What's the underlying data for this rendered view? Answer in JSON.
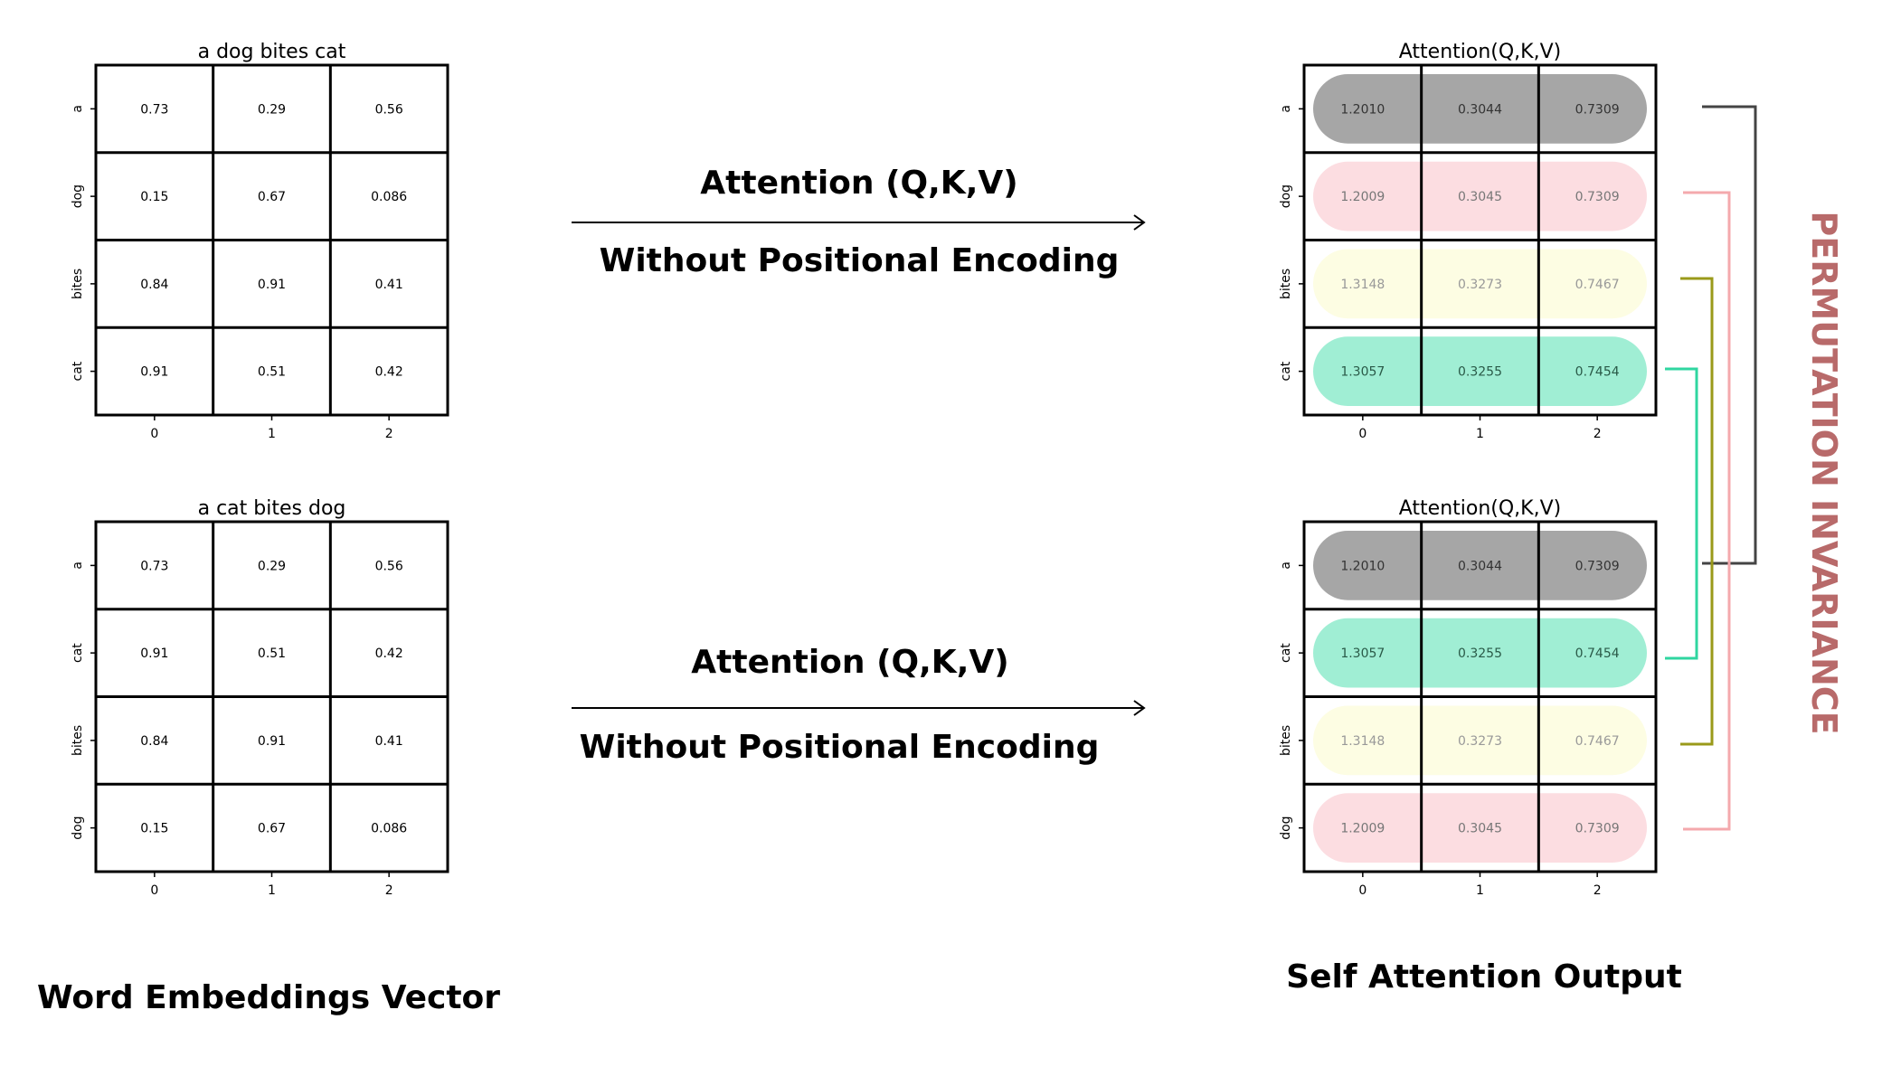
{
  "matrices": {
    "emb1": {
      "title": "a dog bites cat",
      "rows": [
        "a",
        "dog",
        "bites",
        "cat"
      ],
      "cols": [
        "0",
        "1",
        "2"
      ],
      "values": [
        [
          "0.73",
          "0.29",
          "0.56"
        ],
        [
          "0.15",
          "0.67",
          "0.086"
        ],
        [
          "0.84",
          "0.91",
          "0.41"
        ],
        [
          "0.91",
          "0.51",
          "0.42"
        ]
      ]
    },
    "emb2": {
      "title": "a cat bites dog",
      "rows": [
        "a",
        "cat",
        "bites",
        "dog"
      ],
      "cols": [
        "0",
        "1",
        "2"
      ],
      "values": [
        [
          "0.73",
          "0.29",
          "0.56"
        ],
        [
          "0.91",
          "0.51",
          "0.42"
        ],
        [
          "0.84",
          "0.91",
          "0.41"
        ],
        [
          "0.15",
          "0.67",
          "0.086"
        ]
      ]
    },
    "att1": {
      "title": "Attention(Q,K,V)",
      "rows": [
        "a",
        "dog",
        "bites",
        "cat"
      ],
      "cols": [
        "0",
        "1",
        "2"
      ],
      "values": [
        [
          "1.2010",
          "0.3044",
          "0.7309"
        ],
        [
          "1.2009",
          "0.3045",
          "0.7309"
        ],
        [
          "1.3148",
          "0.3273",
          "0.7467"
        ],
        [
          "1.3057",
          "0.3255",
          "0.7454"
        ]
      ],
      "row_colors": [
        "#a6a6a6",
        "#fcdde1",
        "#fdfde3",
        "#a0eed4"
      ],
      "text_colors": [
        "#333333",
        "#777777",
        "#999999",
        "#2a5a48"
      ]
    },
    "att2": {
      "title": "Attention(Q,K,V)",
      "rows": [
        "a",
        "cat",
        "bites",
        "dog"
      ],
      "cols": [
        "0",
        "1",
        "2"
      ],
      "values": [
        [
          "1.2010",
          "0.3044",
          "0.7309"
        ],
        [
          "1.3057",
          "0.3255",
          "0.7454"
        ],
        [
          "1.3148",
          "0.3273",
          "0.7467"
        ],
        [
          "1.2009",
          "0.3045",
          "0.7309"
        ]
      ],
      "row_colors": [
        "#a6a6a6",
        "#a0eed4",
        "#fdfde3",
        "#fcdde1"
      ],
      "text_colors": [
        "#333333",
        "#2a5a48",
        "#999999",
        "#777777"
      ]
    }
  },
  "arrows": {
    "top": {
      "above": "Attention (Q,K,V)",
      "below": "Without Positional Encoding"
    },
    "bottom": {
      "above": "Attention (Q,K,V)",
      "below": "Without Positional Encoding"
    }
  },
  "captions": {
    "left": "Word Embeddings Vector",
    "right": "Self Attention Output",
    "side": "PERMUTATION INVARIANCE"
  },
  "colors": {
    "a": "#444444",
    "dog": "#f4a9ad",
    "bites": "#9a9a1a",
    "cat": "#2fd6a0",
    "side_text": "#b86a6a"
  }
}
